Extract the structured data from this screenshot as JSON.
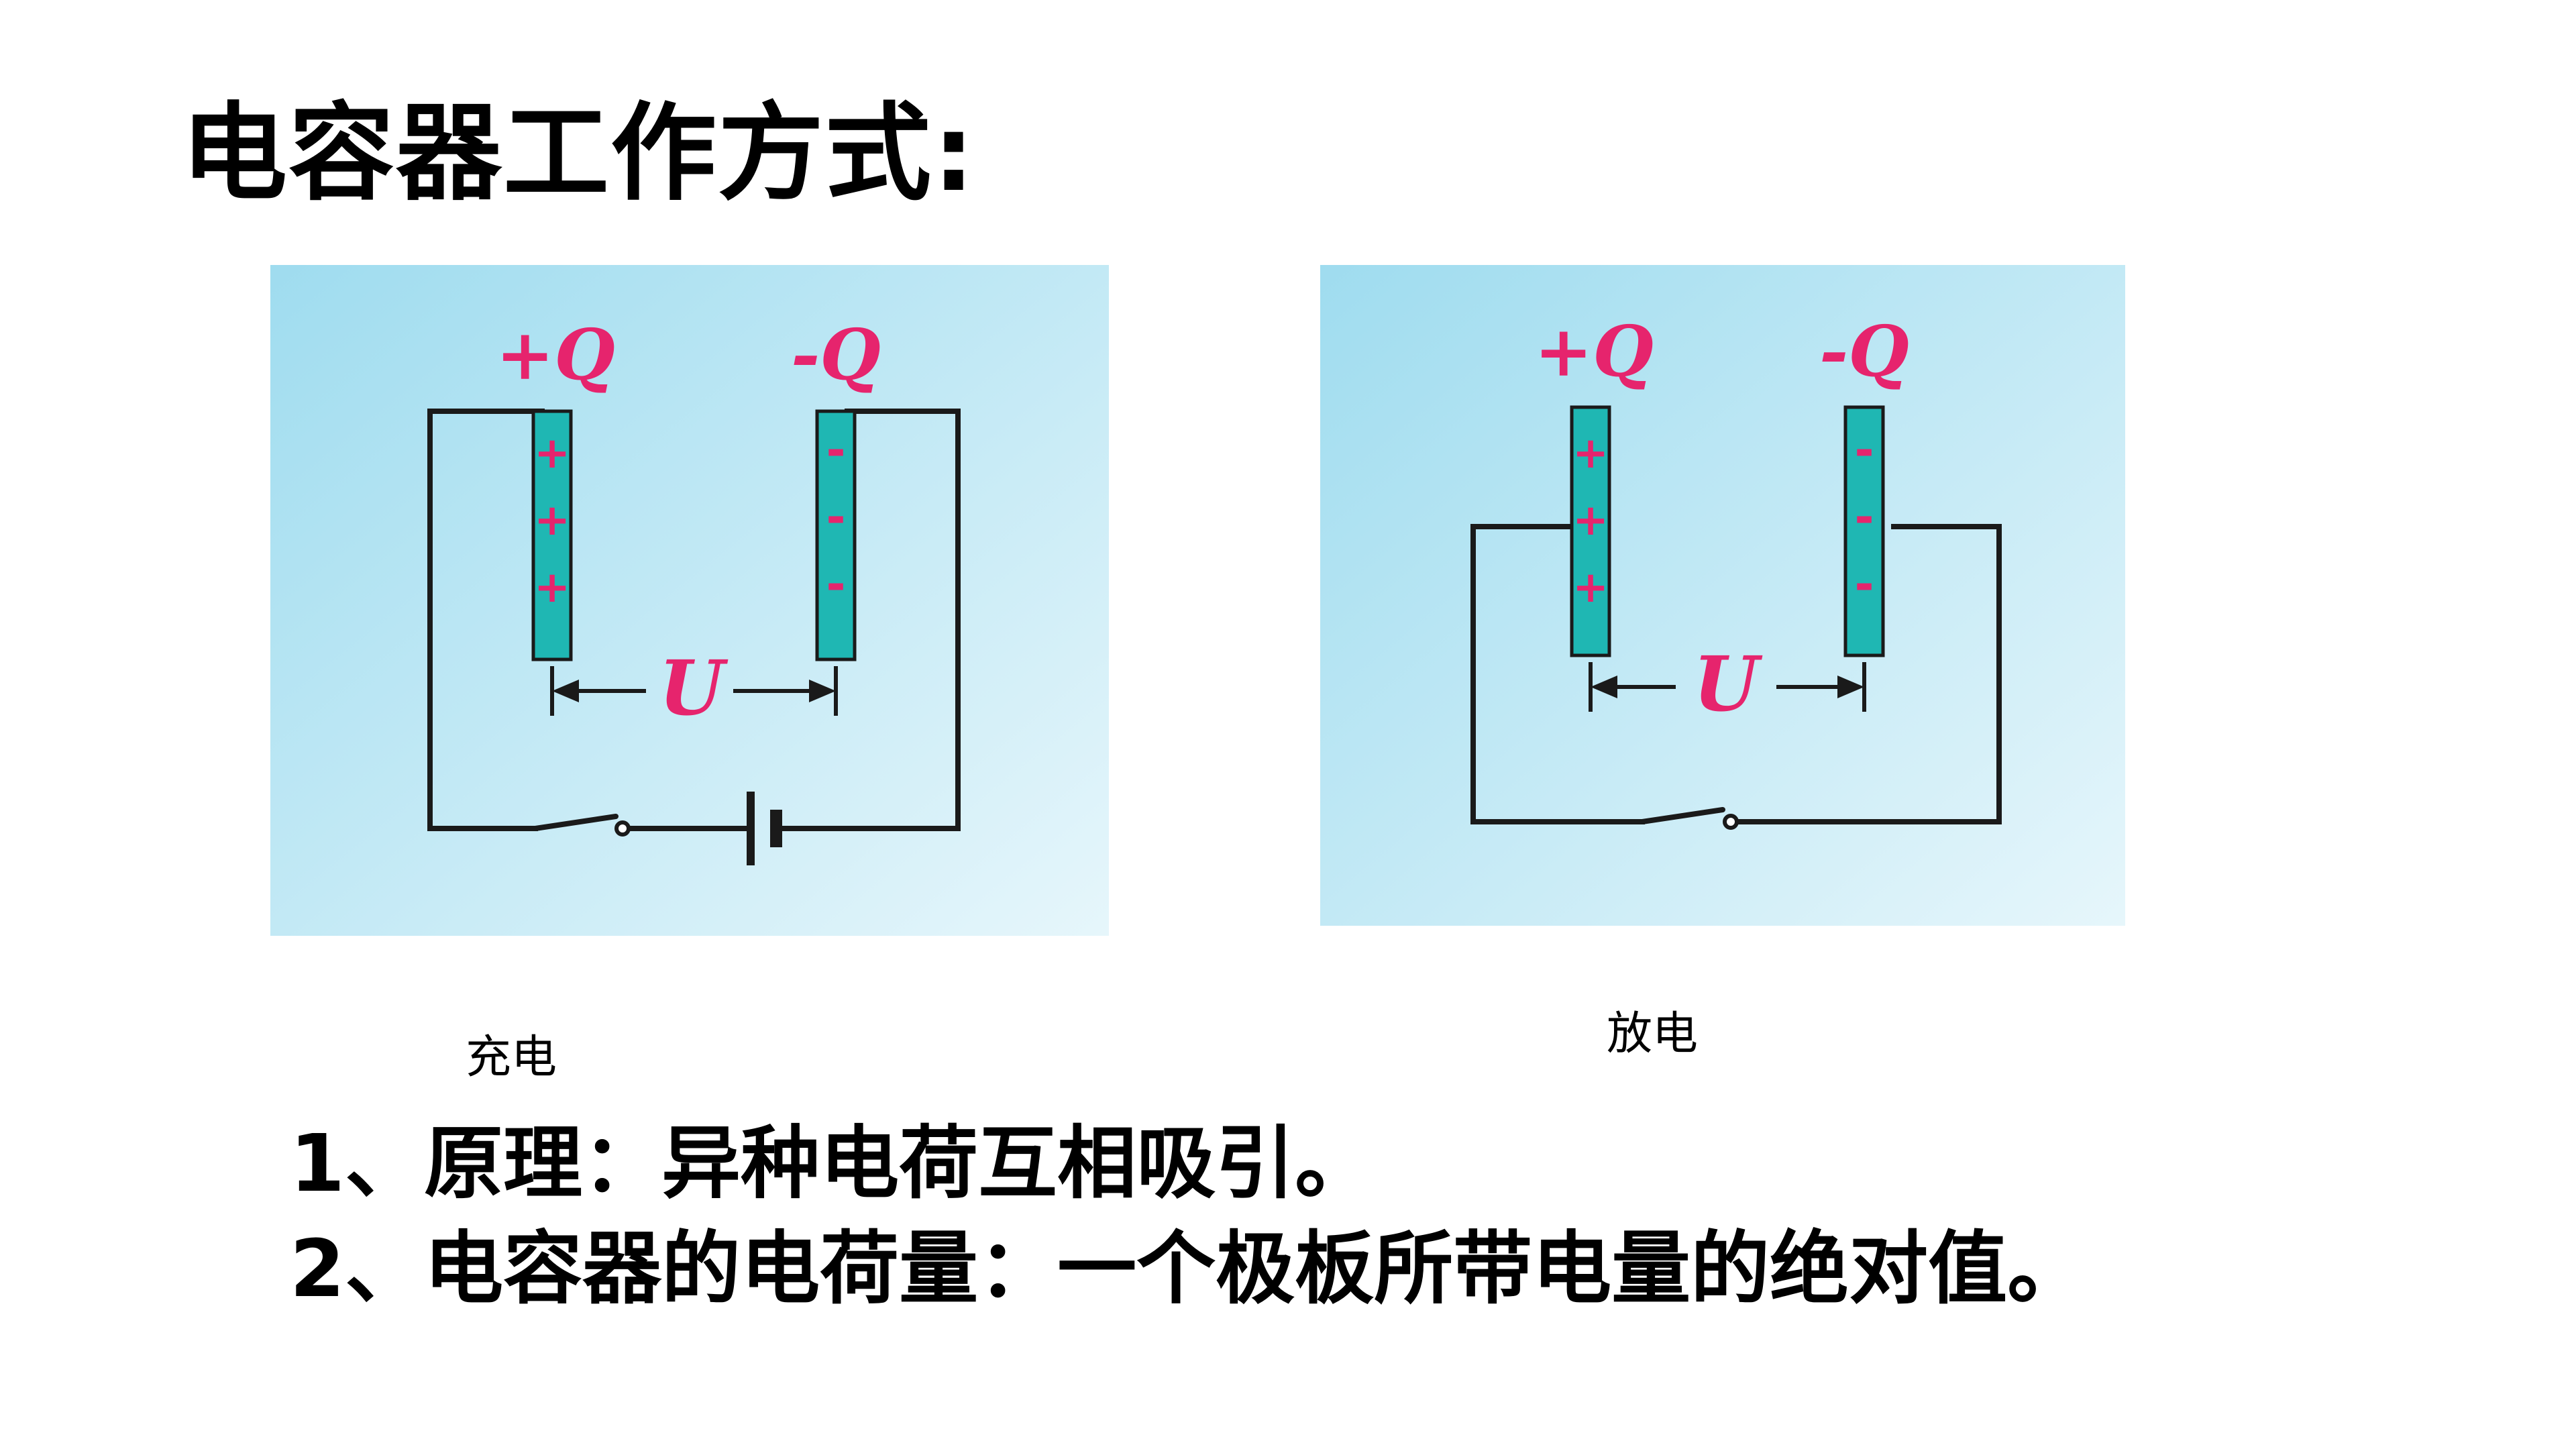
{
  "title": "电容器工作方式:",
  "colors": {
    "panel_bg_start": "#9fdcef",
    "panel_bg_end": "#e6f6fb",
    "plate_fill": "#1fb7b3",
    "label_color": "#e6246d",
    "wire_color": "#1a1a1a"
  },
  "diagrams": {
    "charge": {
      "plus_label": "+Q",
      "minus_label": "-Q",
      "voltage_label": "U",
      "plus_signs": [
        "+",
        "+",
        "+"
      ],
      "minus_signs": [
        "-",
        "-",
        "-"
      ],
      "caption": "充电",
      "components": [
        "switch",
        "battery"
      ]
    },
    "discharge": {
      "plus_label": "+Q",
      "minus_label": "-Q",
      "voltage_label": "U",
      "plus_signs": [
        "+",
        "+",
        "+"
      ],
      "minus_signs": [
        "-",
        "-",
        "-"
      ],
      "caption": "放电",
      "components": [
        "switch"
      ]
    }
  },
  "points": [
    "1、原理：异种电荷互相吸引。",
    "2、电容器的电荷量：一个极板所带电量的绝对值。"
  ]
}
